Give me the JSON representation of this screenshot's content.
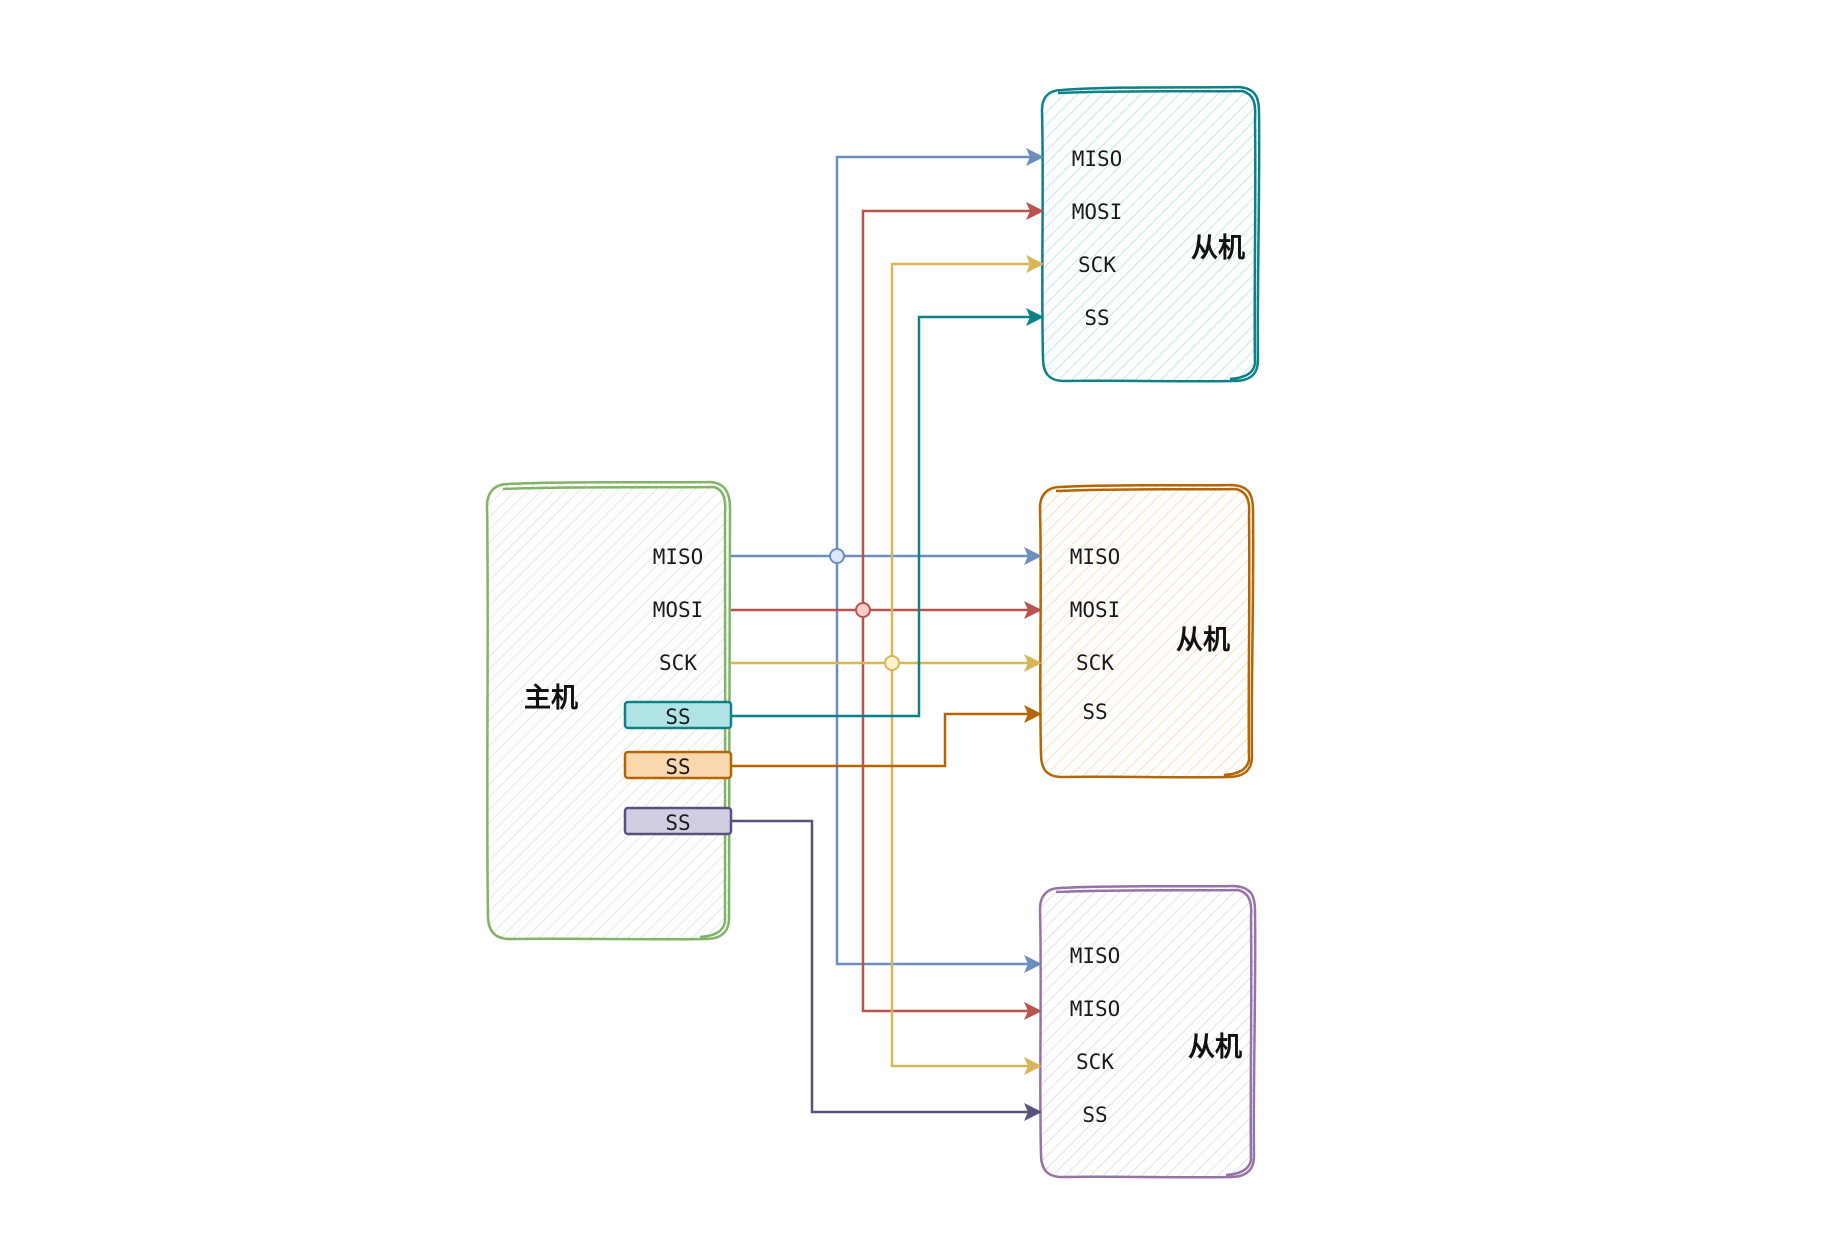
{
  "master": {
    "title": "主机",
    "pins": [
      "MISO",
      "MOSI",
      "SCK"
    ],
    "ss_ports": [
      {
        "label": "SS",
        "fill": "#b0e3e6",
        "stroke": "#0e8088"
      },
      {
        "label": "SS",
        "fill": "#fad7ac",
        "stroke": "#b46504"
      },
      {
        "label": "SS",
        "fill": "#d0cee2",
        "stroke": "#56517e"
      }
    ],
    "colors": {
      "fill": "#d5e8d4",
      "stroke": "#82b366"
    }
  },
  "slaves": [
    {
      "title": "从机",
      "pins": [
        "MISO",
        "MOSI",
        "SCK",
        "SS"
      ],
      "colors": {
        "fill": "#b0e3e6",
        "stroke": "#0e8088"
      }
    },
    {
      "title": "从机",
      "pins": [
        "MISO",
        "MOSI",
        "SCK",
        "SS"
      ],
      "colors": {
        "fill": "#fad7ac",
        "stroke": "#b46504"
      }
    },
    {
      "title": "从机",
      "pins": [
        "MISO",
        "MISO",
        "SCK",
        "SS"
      ],
      "colors": {
        "fill": "#e1d5e7",
        "stroke": "#9673a6"
      }
    }
  ],
  "wire_colors": {
    "miso": "#6c8ebf",
    "mosi": "#b85450",
    "sck": "#d6b656",
    "ss1": "#0e8088",
    "ss2": "#b46504",
    "ss3": "#56517e"
  },
  "junction_fills": {
    "miso": "#dae8fc",
    "mosi": "#f8cecc",
    "sck": "#fff2cc"
  }
}
